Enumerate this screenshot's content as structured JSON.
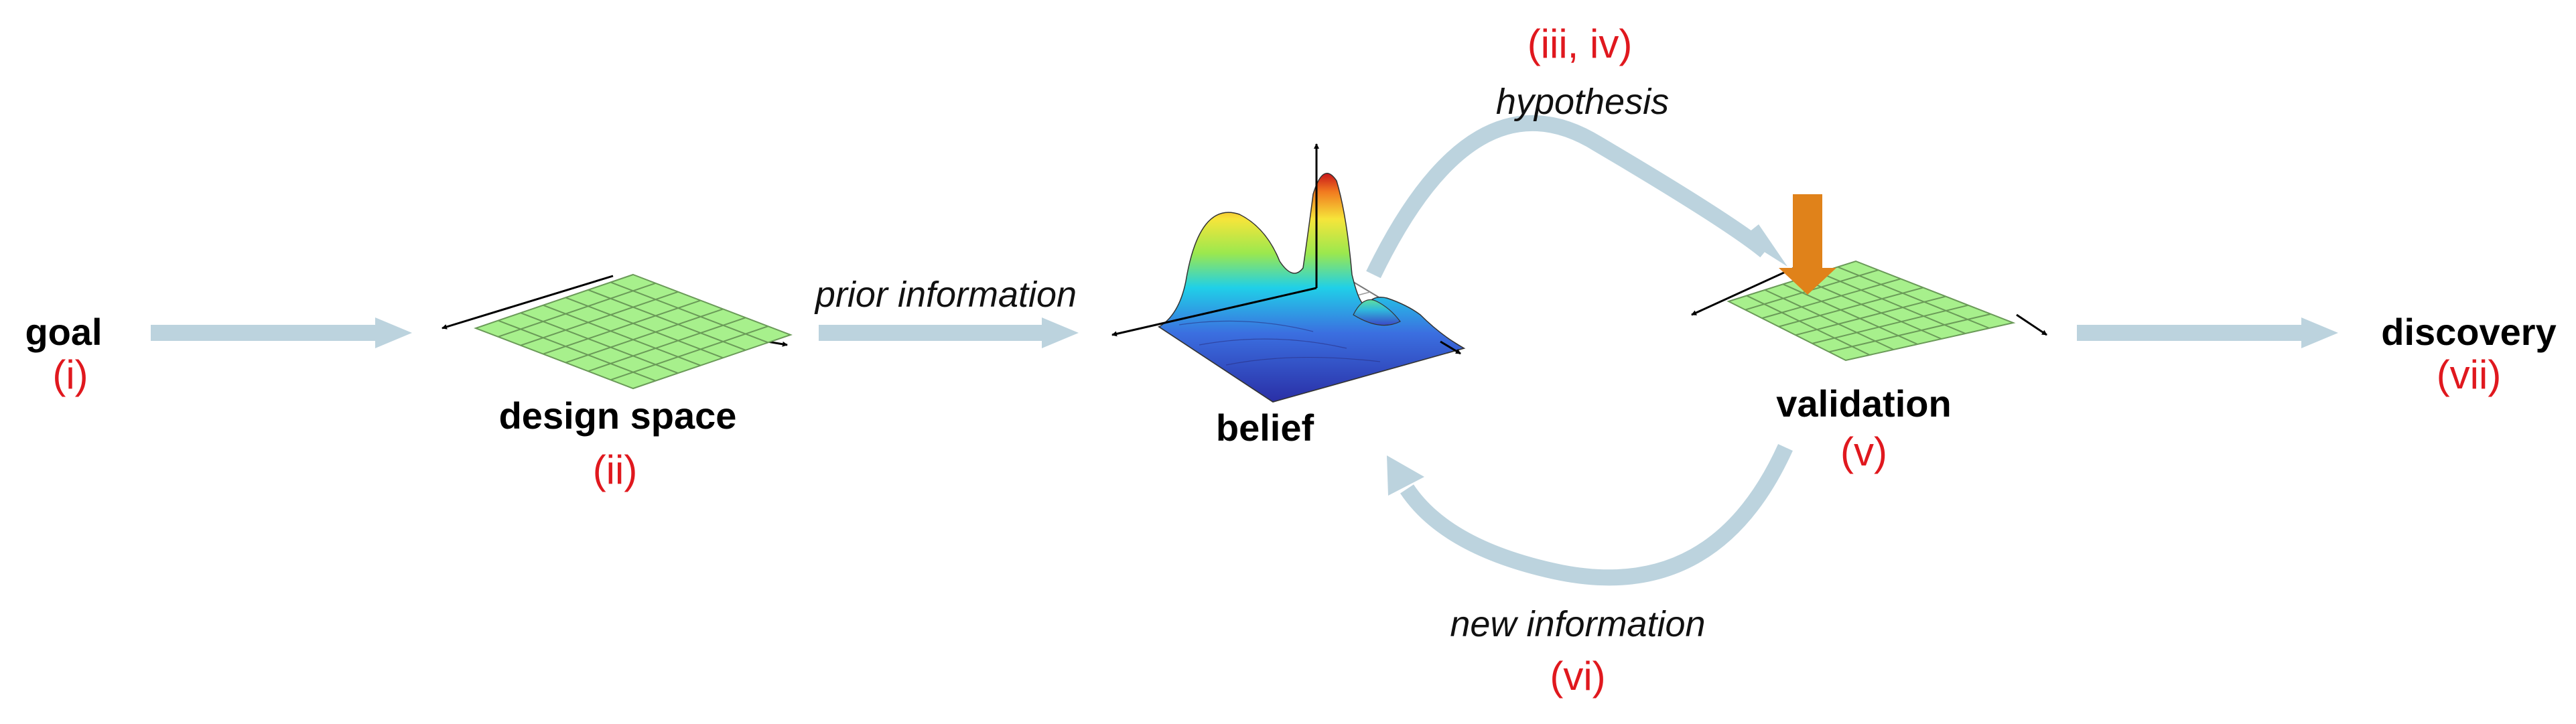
{
  "colors": {
    "arrow": "#bcd3de",
    "red": "#e0181e",
    "grid_fill": "#a7f08c",
    "grid_line": "#6a9a58",
    "marker": "#e0821a"
  },
  "nodes": {
    "goal": {
      "label": "goal",
      "step": "(i)"
    },
    "design_space": {
      "label": "design space",
      "step": "(ii)"
    },
    "belief": {
      "label": "belief"
    },
    "validation": {
      "label": "validation",
      "step": "(v)"
    },
    "discovery": {
      "label": "discovery",
      "step": "(vii)"
    }
  },
  "edges": {
    "prior": {
      "label": "prior information"
    },
    "hypothesis": {
      "label": "hypothesis",
      "step": "(iii, iv)"
    },
    "new_info": {
      "label": "new information",
      "step": "(vi)"
    }
  },
  "icons": [
    "grid-plane-icon",
    "belief-surface-icon",
    "down-arrow-marker-icon"
  ]
}
